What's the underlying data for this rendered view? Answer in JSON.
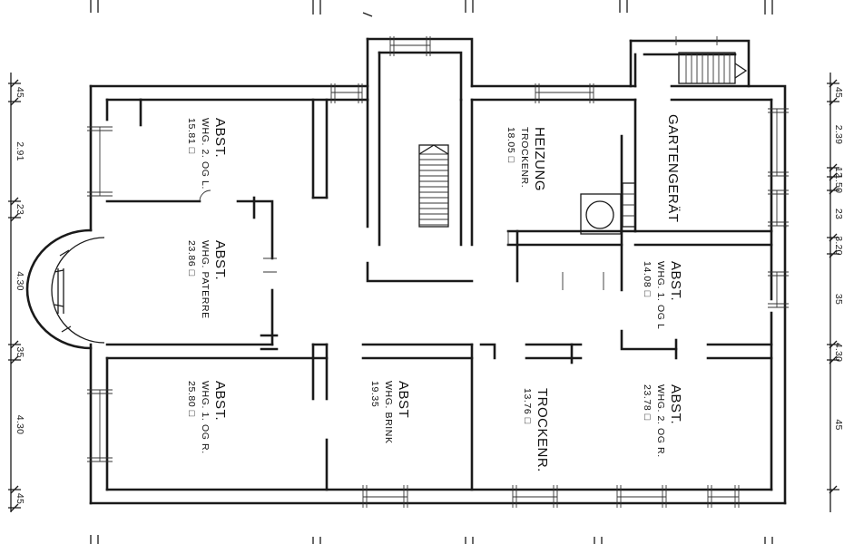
{
  "rooms": [
    {
      "id": "abst-2og-l",
      "lines": [
        "ABST.",
        "WHG. 2. OG L.",
        "15.81 □"
      ]
    },
    {
      "id": "abst-paterre",
      "lines": [
        "ABST.",
        "WHG. PATERRE",
        "23.86 □"
      ]
    },
    {
      "id": "abst-1og-r",
      "lines": [
        "ABST.",
        "WHG. 1. OG  R.",
        "25.80 □"
      ]
    },
    {
      "id": "abst-brink",
      "lines": [
        "ABST",
        "WHG.  BRINK",
        "19.35"
      ]
    },
    {
      "id": "heizung",
      "lines": [
        "HEIZUNG",
        "TROCKENR.",
        "18.05 □"
      ]
    },
    {
      "id": "gartengeraet",
      "lines": [
        "GARTENGERÄT"
      ]
    },
    {
      "id": "abst-1og-l",
      "lines": [
        "ABST.",
        "WHG. 1. OG  L",
        "14.08 □"
      ]
    },
    {
      "id": "trockenr",
      "lines": [
        "TROCKENR.",
        "13.76 □"
      ]
    },
    {
      "id": "abst-2og-r",
      "lines": [
        "ABST.",
        "WHG. 2. OG  R.",
        "23.78 □"
      ]
    }
  ],
  "dims_left": [
    "45",
    "2.91",
    "23",
    "4.30",
    "35",
    "4.30",
    "45"
  ],
  "dims_right": [
    "45",
    "2.39",
    "12",
    "1.50",
    "23",
    "3.20",
    "35",
    "4.30",
    "45"
  ]
}
